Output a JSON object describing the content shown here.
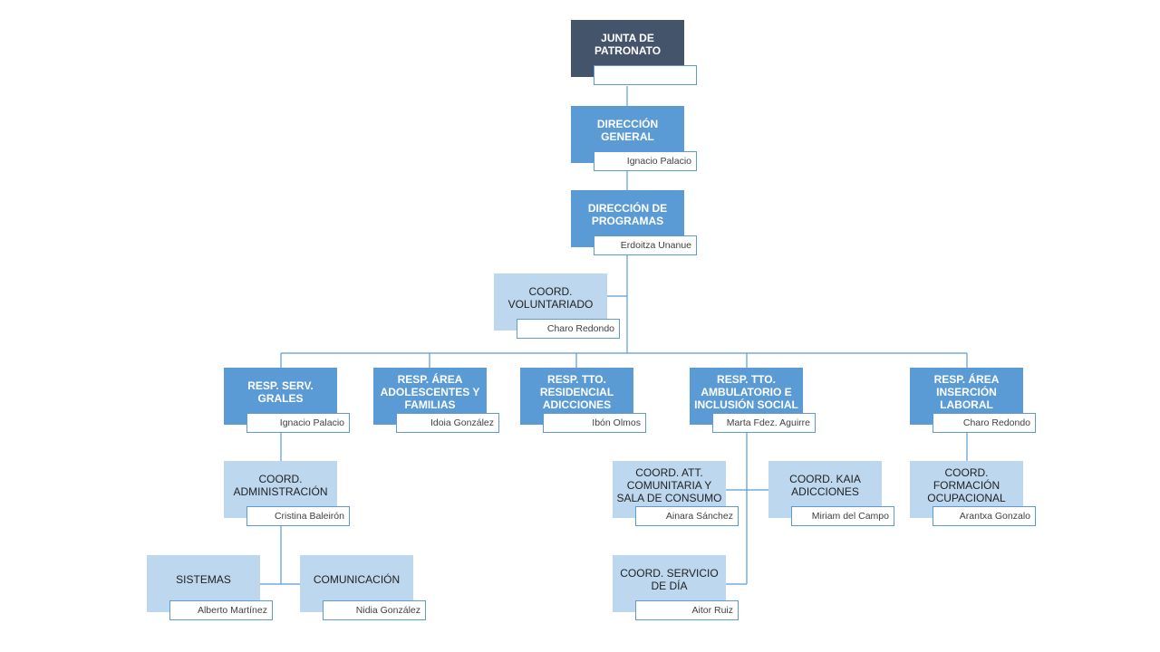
{
  "nodes": [
    {
      "id": "junta",
      "title": "JUNTA DE PATRONATO",
      "name": "",
      "level": "dark"
    },
    {
      "id": "direccion-general",
      "title": "DIRECCIÓN GENERAL",
      "name": "Ignacio Palacio",
      "level": "mid"
    },
    {
      "id": "direccion-programas",
      "title": "DIRECCIÓN DE PROGRAMAS",
      "name": "Erdoitza Unanue",
      "level": "mid"
    },
    {
      "id": "coord-voluntariado",
      "title": "COORD. VOLUNTARIADO",
      "name": "Charo Redondo",
      "level": "light"
    },
    {
      "id": "resp-serv-grales",
      "title": "RESP. SERV. GRALES",
      "name": "Ignacio Palacio",
      "level": "mid"
    },
    {
      "id": "resp-adolescentes",
      "title": "RESP. ÁREA ADOLESCENTES Y FAMILIAS",
      "name": "Idoia González",
      "level": "mid"
    },
    {
      "id": "resp-residencial",
      "title": "RESP. TTO. RESIDENCIAL ADICCIONES",
      "name": "Ibón Olmos",
      "level": "mid"
    },
    {
      "id": "resp-ambulatorio",
      "title": "RESP. TTO. AMBULATORIO E INCLUSIÓN SOCIAL",
      "name": "Marta Fdez. Aguirre",
      "level": "mid"
    },
    {
      "id": "resp-insercion",
      "title": "RESP. ÁREA INSERCIÓN LABORAL",
      "name": "Charo Redondo",
      "level": "mid"
    },
    {
      "id": "coord-administracion",
      "title": "COORD. ADMINISTRACIÓN",
      "name": "Cristina Baleirón",
      "level": "light"
    },
    {
      "id": "sistemas",
      "title": "SISTEMAS",
      "name": "Alberto Martínez",
      "level": "light"
    },
    {
      "id": "comunicacion",
      "title": "COMUNICACIÓN",
      "name": "Nidia González",
      "level": "light"
    },
    {
      "id": "coord-att-comunitaria",
      "title": "COORD. ATT. COMUNITARIA Y SALA DE CONSUMO",
      "name": "Ainara Sánchez",
      "level": "light"
    },
    {
      "id": "coord-kaia",
      "title": "COORD. KAIA ADICCIONES",
      "name": "Miriam del Campo",
      "level": "light"
    },
    {
      "id": "coord-servicio-dia",
      "title": "COORD. SERVICIO DE DÍA",
      "name": "Aitor Ruiz",
      "level": "light"
    },
    {
      "id": "coord-formacion",
      "title": "COORD. FORMACIÓN OCUPACIONAL",
      "name": "Arantxa Gonzalo",
      "level": "light"
    }
  ],
  "colors": {
    "dark": "#44546a",
    "mid": "#5b9bd5",
    "light": "#bdd7ee",
    "line": "#5b9bd5"
  }
}
